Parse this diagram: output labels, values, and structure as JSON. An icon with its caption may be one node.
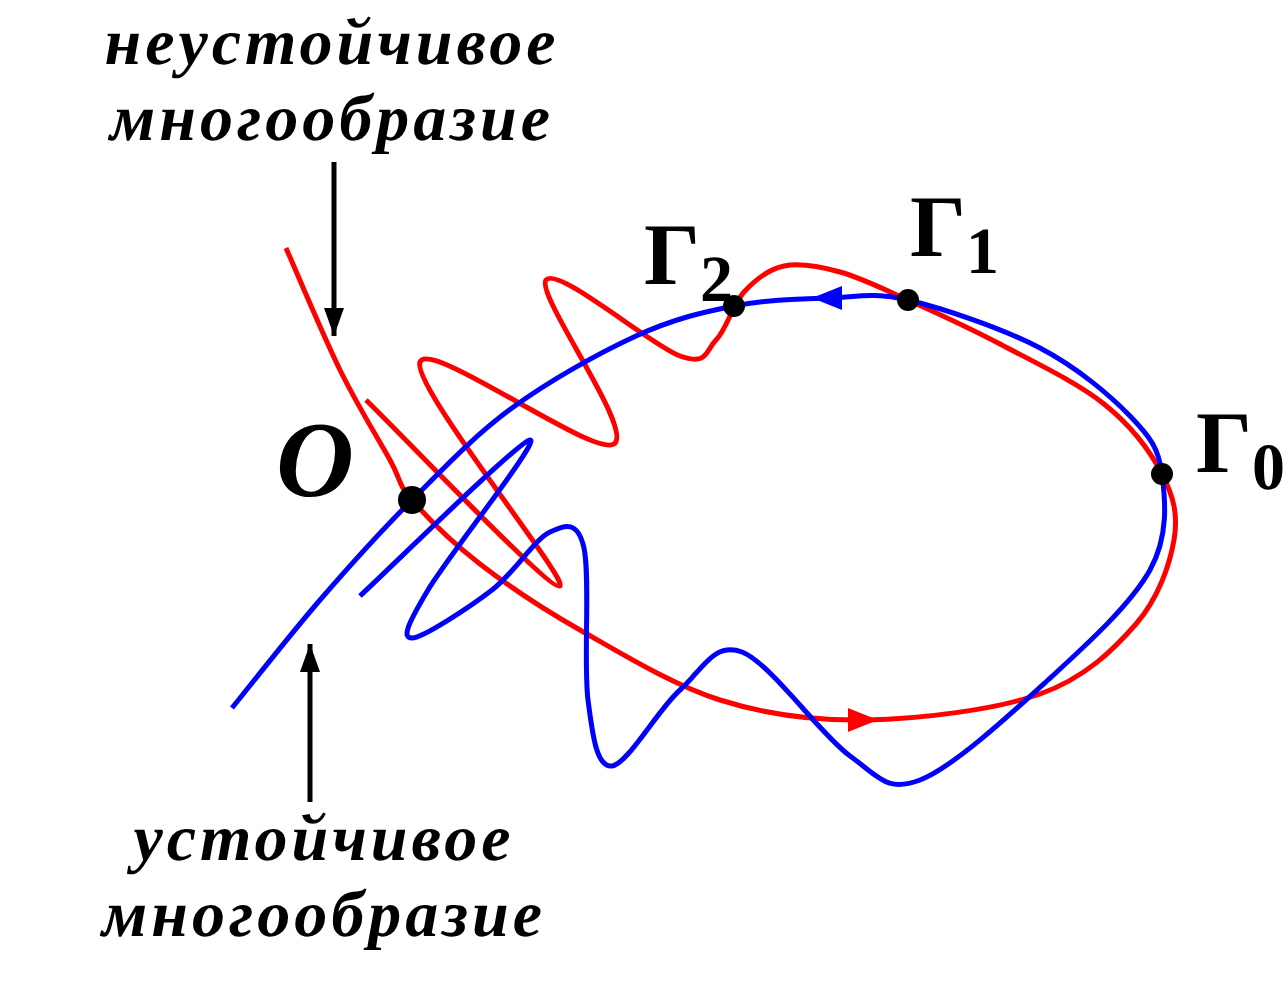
{
  "diagram": {
    "nodes": [
      {
        "text": [
          "неустойчивое многообразие"
        ]
      },
      {
        "text": [
          "устойчивое многообразие"
        ]
      }
    ],
    "edges": [
      {
        "from": 0,
        "to": null,
        "arrow": "to"
      },
      {
        "from": 1,
        "to": null,
        "arrow": "to"
      }
    ],
    "labels": [
      "O",
      "Γ$_{2}$",
      "Γ$_{1}$",
      "Γ$_{0}$"
    ]
  }
}
